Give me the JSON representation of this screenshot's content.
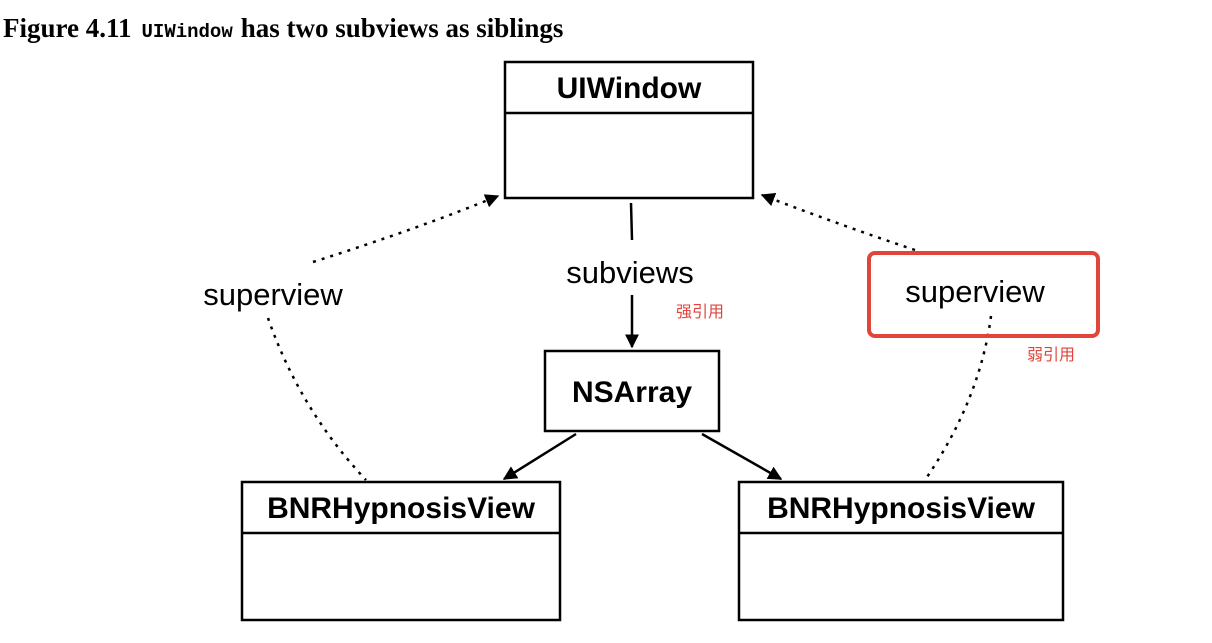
{
  "caption": {
    "figure_number": "Figure 4.11",
    "code_term": "UIWindow",
    "text": "has two subviews as siblings"
  },
  "nodes": {
    "window": "UIWindow",
    "array": "NSArray",
    "view_left": "BNRHypnosisView",
    "view_right": "BNRHypnosisView"
  },
  "edges": {
    "subviews": "subviews",
    "superview_left": "superview",
    "superview_right": "superview"
  },
  "annotations": {
    "strong_ref": "强引用",
    "weak_ref": "弱引用"
  },
  "colors": {
    "annotation": "#e0443a",
    "highlight": "#e0443a",
    "stroke": "#000000"
  }
}
